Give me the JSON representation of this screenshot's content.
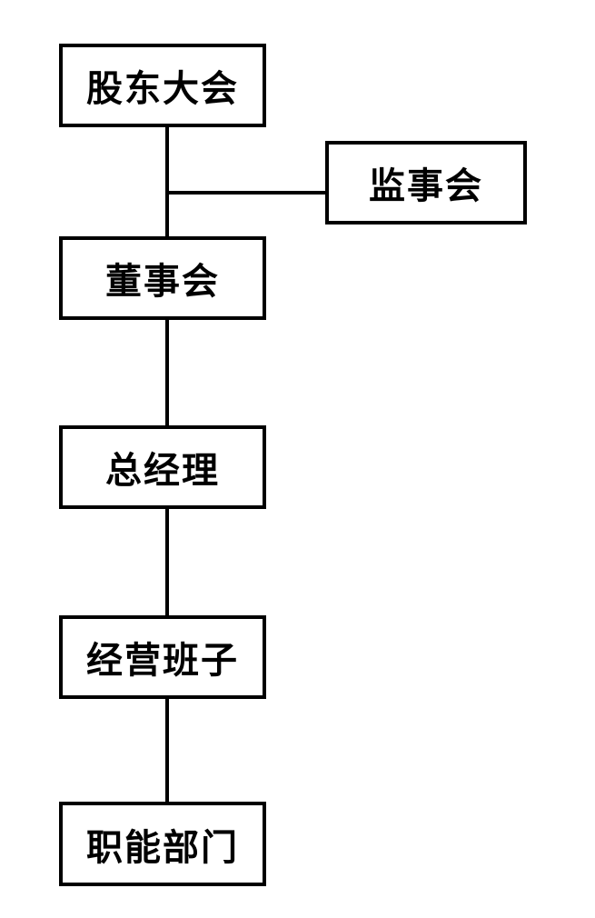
{
  "diagram": {
    "type": "org-chart",
    "nodes": {
      "shareholders_meeting": {
        "label": "股东大会"
      },
      "supervisory_board": {
        "label": "监事会"
      },
      "board_of_directors": {
        "label": "董事会"
      },
      "general_manager": {
        "label": "总经理"
      },
      "management_team": {
        "label": "经营班子"
      },
      "functional_departments": {
        "label": "职能部门"
      }
    },
    "edges": [
      {
        "from": "股东大会",
        "to": "董事会"
      },
      {
        "from": "股东大会",
        "to": "监事会"
      },
      {
        "from": "董事会",
        "to": "总经理"
      },
      {
        "from": "总经理",
        "to": "经营班子"
      },
      {
        "from": "经营班子",
        "to": "职能部门"
      }
    ],
    "colors": {
      "border": "#000000",
      "text": "#000000",
      "background": "#ffffff"
    }
  }
}
